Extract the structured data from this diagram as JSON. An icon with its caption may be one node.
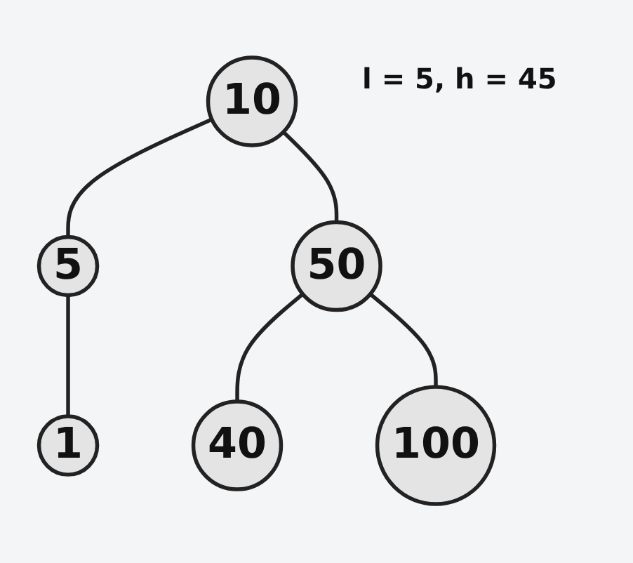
{
  "diagram": {
    "nodes": [
      {
        "text": [
          "10"
        ]
      },
      {
        "text": [
          "5"
        ]
      },
      {
        "text": [
          "50"
        ]
      },
      {
        "text": [
          "1"
        ]
      },
      {
        "text": [
          "40"
        ]
      },
      {
        "text": [
          "100"
        ]
      }
    ],
    "edges": [
      {
        "from": 0,
        "to": 1,
        "arrow": "none"
      },
      {
        "from": 0,
        "to": 2,
        "arrow": "none"
      },
      {
        "from": 1,
        "to": 3,
        "arrow": "none"
      },
      {
        "from": 2,
        "to": 4,
        "arrow": "none"
      },
      {
        "from": 2,
        "to": 5,
        "arrow": "none"
      }
    ],
    "labels": [
      "l = 5, h = 45"
    ]
  }
}
